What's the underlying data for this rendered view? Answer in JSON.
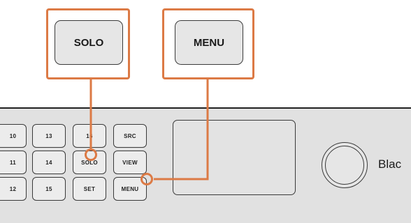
{
  "callouts": {
    "solo_label": "SOLO",
    "menu_label": "MENU"
  },
  "keys": {
    "col1": [
      "10",
      "11",
      "12"
    ],
    "col2": [
      "13",
      "14",
      "15"
    ],
    "col3": [
      "16",
      "SOLO",
      "SET"
    ],
    "col4": [
      "SRC",
      "VIEW",
      "MENU"
    ]
  },
  "brand_text": "Blac",
  "colors": {
    "callout": "#dc7a45",
    "panel": "#e1e1e1",
    "key_border": "#3a3a3a"
  }
}
